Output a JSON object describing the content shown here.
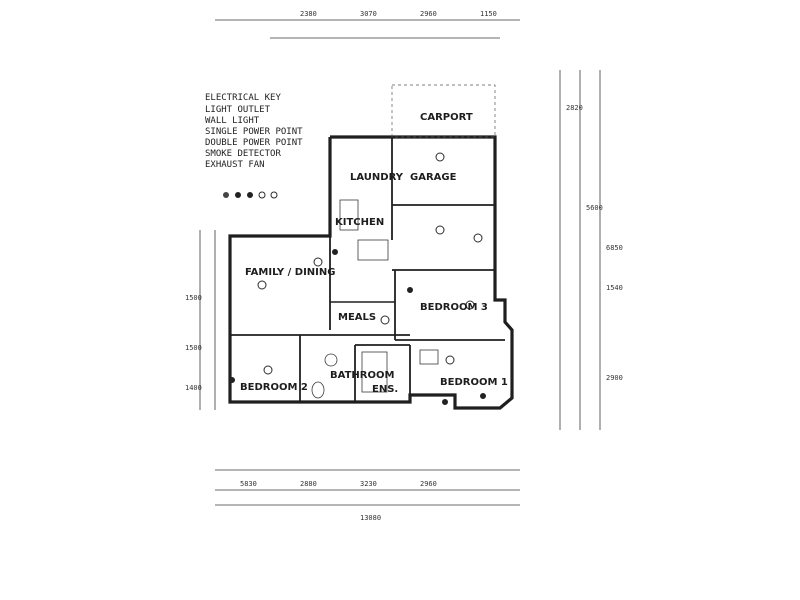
{
  "legend": {
    "title": "ELECTRICAL KEY",
    "items": [
      "LIGHT OUTLET",
      "WALL LIGHT",
      "SINGLE POWER POINT",
      "DOUBLE POWER POINT",
      "SMOKE DETECTOR",
      "EXHAUST FAN"
    ]
  },
  "rooms": {
    "garage": "GARAGE",
    "laundry": "LAUNDRY",
    "kitchen": "KITCHEN",
    "family_dining": "FAMILY / DINING",
    "meals": "MEALS",
    "bedroom1": "BEDROOM 1",
    "bedroom2": "BEDROOM 2",
    "bedroom3": "BEDROOM 3",
    "bathroom": "BATHROOM",
    "ensuite": "ENS.",
    "carport": "CARPORT"
  },
  "dimensions": {
    "top": [
      "2380",
      "3070",
      "2960",
      "1150"
    ],
    "right": [
      "2820",
      "5600",
      "6850",
      "1540",
      "2900"
    ],
    "bottom": [
      "5830",
      "2880",
      "3230",
      "2960",
      "13080"
    ],
    "left": [
      "1500",
      "1500",
      "1400"
    ]
  }
}
